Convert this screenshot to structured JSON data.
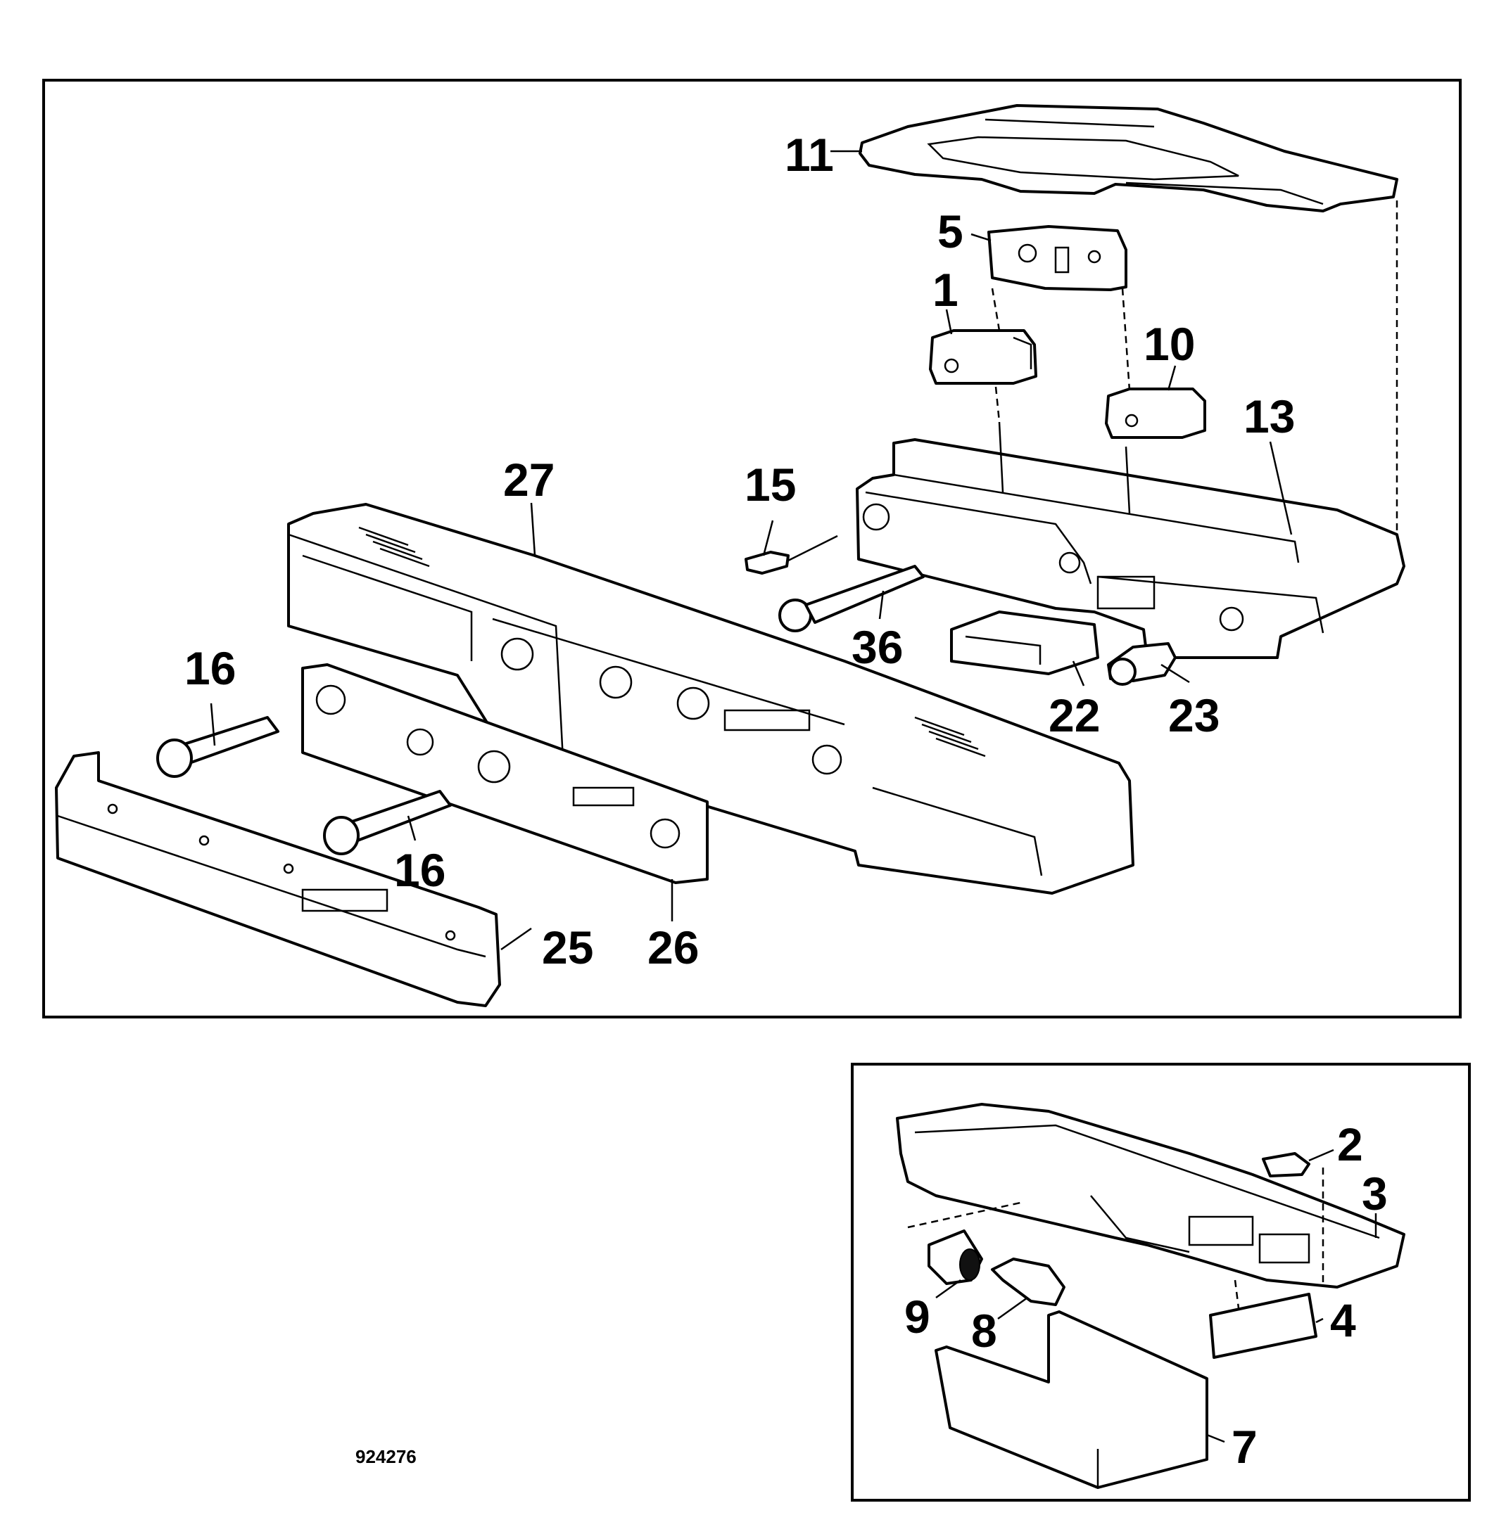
{
  "drawing_number": "924276",
  "callouts": {
    "c1": "1",
    "c2": "2",
    "c3": "3",
    "c4": "4",
    "c5": "5",
    "c7": "7",
    "c8": "8",
    "c9": "9",
    "c10": "10",
    "c11": "11",
    "c13": "13",
    "c15": "15",
    "c16a": "16",
    "c16b": "16",
    "c22": "22",
    "c23": "23",
    "c25": "25",
    "c26": "26",
    "c27": "27",
    "c36": "36"
  }
}
